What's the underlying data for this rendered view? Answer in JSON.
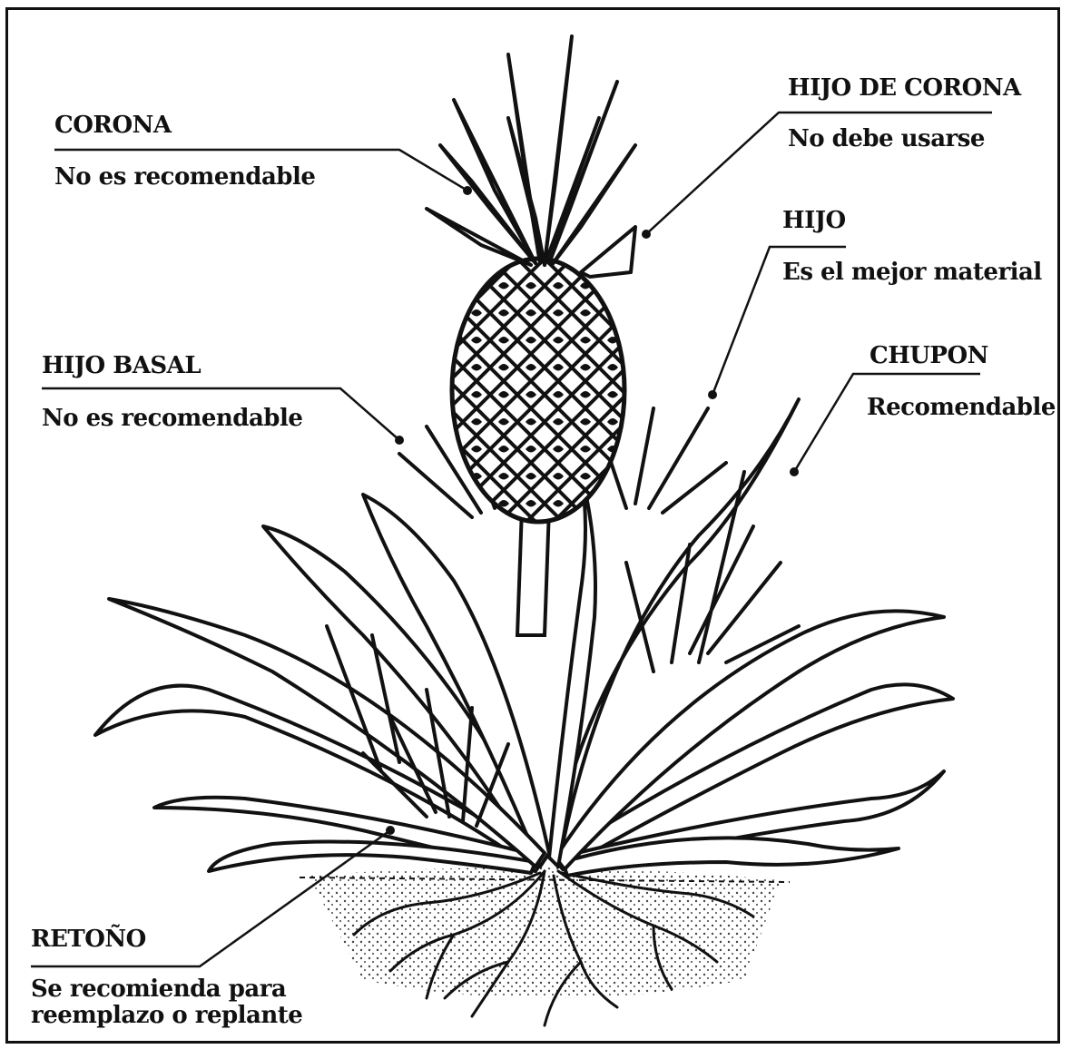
{
  "labels": {
    "corona": {
      "title": "CORONA",
      "desc": "No es recomendable"
    },
    "hijo_corona": {
      "title": "HIJO DE CORONA",
      "desc": "No debe usarse"
    },
    "hijo": {
      "title": "HIJO",
      "desc": "Es el mejor material"
    },
    "hijo_basal": {
      "title": "HIJO BASAL",
      "desc": "No es recomendable"
    },
    "chupon": {
      "title": "CHUPON",
      "desc": "Recomendable"
    },
    "retono": {
      "title": "RETOÑO",
      "desc_line1": "Se recomienda para",
      "desc_line2": "reemplazo o replante"
    }
  },
  "colors": {
    "ink": "#111111",
    "paper": "#ffffff"
  }
}
